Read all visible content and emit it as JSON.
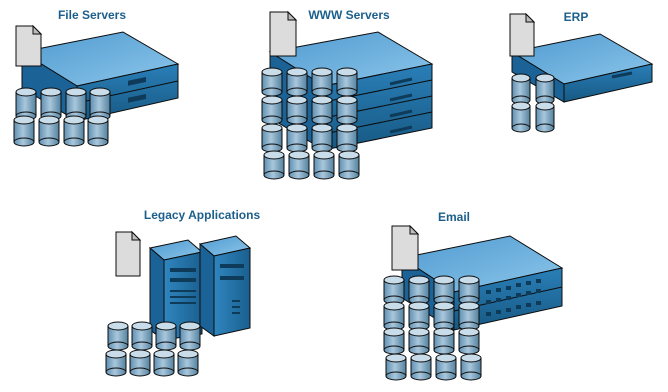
{
  "labels": {
    "file_servers": "File Servers",
    "www_servers": "WWW Servers",
    "erp": "ERP",
    "legacy_applications": "Legacy Applications",
    "email": "Email"
  },
  "colors": {
    "label": "#1c5f8c",
    "server_top": "#6fb3de",
    "server_front": "#1d6da3",
    "server_side": "#17557f",
    "drive_body": "#7fa8c4",
    "drive_top": "#c9dcea",
    "document": "#dcdcdc",
    "outline": "#0c0c0c"
  }
}
